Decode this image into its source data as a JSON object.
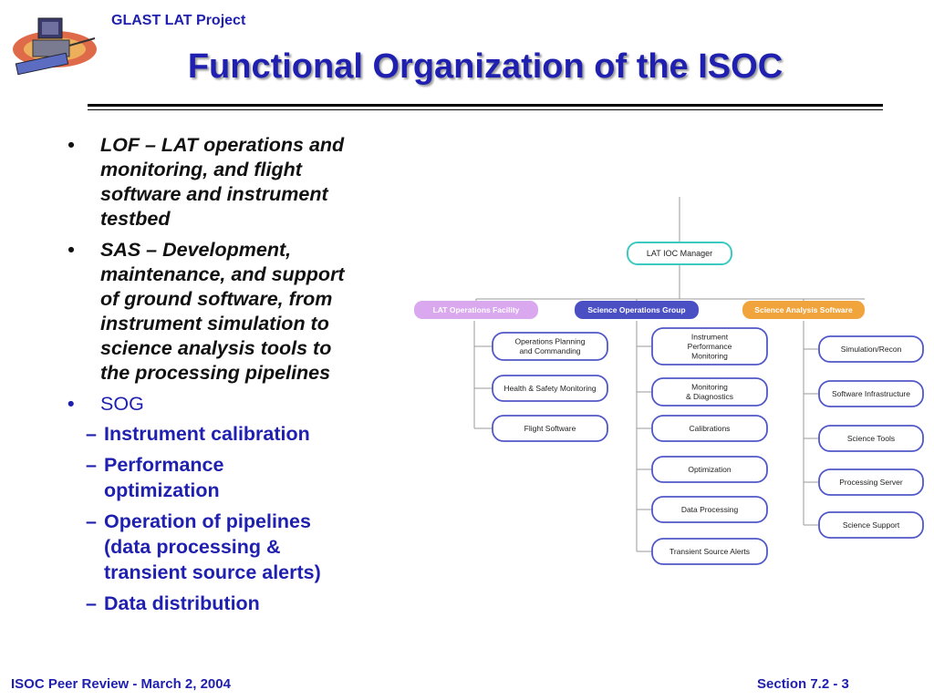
{
  "header": {
    "project": "GLAST LAT Project",
    "title": "Functional Organization of the ISOC"
  },
  "bullets": [
    {
      "text_lines": [
        "LOF – LAT operations and",
        "monitoring, and flight",
        "software and instrument",
        "testbed"
      ]
    },
    {
      "text_lines": [
        "SAS – Development,",
        "maintenance, and support",
        "of ground software, from",
        "instrument simulation to",
        "science analysis tools to",
        "the processing pipelines"
      ]
    },
    {
      "label": "SOG",
      "subitems": [
        [
          "Instrument calibration"
        ],
        [
          "Performance",
          "optimization"
        ],
        [
          "Operation of pipelines",
          "(data processing &",
          "transient source alerts)"
        ],
        [
          "Data distribution"
        ]
      ]
    }
  ],
  "org_chart": {
    "manager": "LAT IOC Manager",
    "groups": [
      {
        "name": "LAT Operations Facility",
        "color": "#d9a8ef",
        "items": [
          [
            "Operations Planning",
            "and Commanding"
          ],
          [
            "Health & Safety Monitoring"
          ],
          [
            "Flight Software"
          ]
        ]
      },
      {
        "name": "Science Operations Group",
        "color": "#4b4fc4",
        "items": [
          [
            "Instrument",
            "Performance",
            "Monitoring"
          ],
          [
            "Monitoring",
            "& Diagnostics"
          ],
          [
            "Calibrations"
          ],
          [
            "Optimization"
          ],
          [
            "Data Processing"
          ],
          [
            "Transient Source Alerts"
          ]
        ]
      },
      {
        "name": "Science Analysis Software",
        "color": "#f2a43c",
        "items": [
          [
            "Simulation/Recon"
          ],
          [
            "Software Infrastructure"
          ],
          [
            "Science Tools"
          ],
          [
            "Processing Server"
          ],
          [
            "Science Support"
          ]
        ]
      }
    ],
    "colors": {
      "manager_border": "#3cc9c0",
      "item_border": "#5058c8",
      "line": "#9a9a9a"
    }
  },
  "footer": {
    "left": "ISOC Peer Review -  March 2, 2004",
    "right": "Section 7.2 - 3"
  }
}
